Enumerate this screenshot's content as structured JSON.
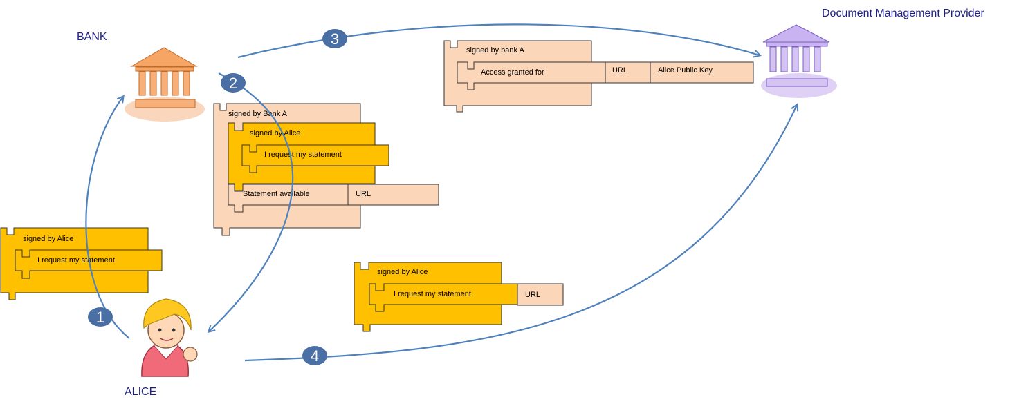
{
  "titles": {
    "bank": "BANK",
    "alice": "ALICE",
    "provider": "Document Management Provider"
  },
  "steps": [
    "1",
    "2",
    "3",
    "4"
  ],
  "block_alice_request": {
    "outer": "signed by Alice",
    "inner": "I request my statement"
  },
  "block_bank_response": {
    "outer": "signed by Bank A",
    "nested_outer": "signed by Alice",
    "nested_inner": "I request my statement",
    "statement": "Statement available",
    "url": "URL"
  },
  "block_bank_to_provider": {
    "outer": "signed by bank A",
    "access": "Access granted for",
    "url": "URL",
    "key": "Alice Public Key"
  },
  "block_alice_to_provider": {
    "outer": "signed by Alice",
    "inner": "I request my statement",
    "url": "URL"
  },
  "colors": {
    "arrow": "#4f81bd",
    "orange_block": "#fcd6b8",
    "yellow_block": "#ffc000",
    "bank_icon": "#f8a86a",
    "provider_icon": "#c9b3f0",
    "title_text": "#1f1f8a"
  }
}
